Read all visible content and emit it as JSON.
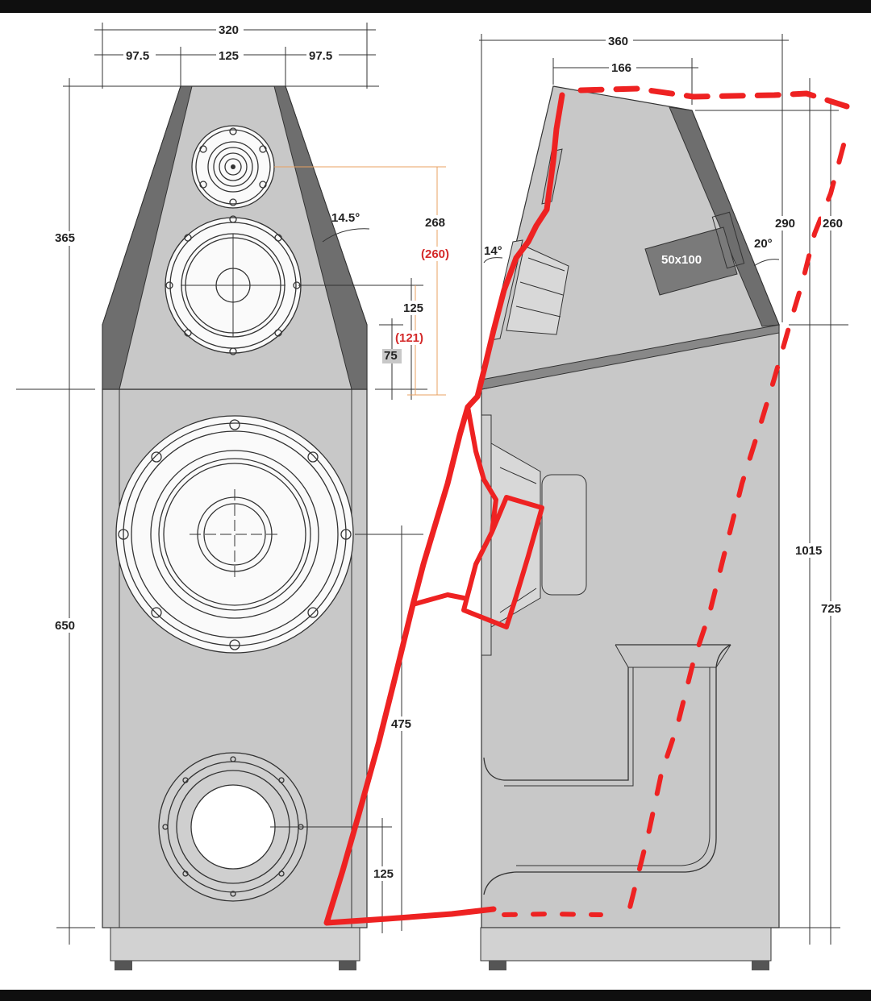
{
  "front": {
    "width": "320",
    "side_left": "97.5",
    "top_width": "125",
    "side_right": "97.5",
    "upper_height": "365",
    "lower_height": "650",
    "angle": "14.5°",
    "tweeter_height": "268",
    "tweeter_height_alt": "(260)",
    "mid_offset": "125",
    "mid_offset_alt": "(121)",
    "step": "75",
    "woofer_height": "475",
    "port_height": "125"
  },
  "side": {
    "depth": "360",
    "top_depth": "166",
    "baffle_angle": "14°",
    "back_angle": "20°",
    "upper_rear_height": "290",
    "total_height": "1015",
    "brace_label": "50x100",
    "red_height_upper": "260",
    "red_height_lower": "725"
  },
  "colors": {
    "panel": "#c8c8c8",
    "edge_dark": "#6e6e6e",
    "annotation": "#ee2222",
    "leader": "#e8a060"
  }
}
